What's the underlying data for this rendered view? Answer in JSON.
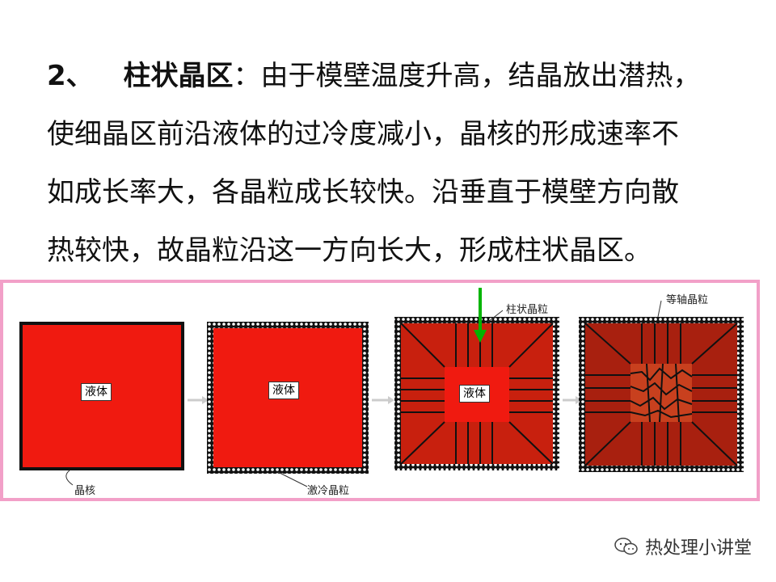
{
  "paragraph": {
    "number": "2、",
    "heading": "柱状晶区",
    "line1_rest": "：由于模壁温度升高，结晶放出潜热，",
    "line2": "使细晶区前沿液体的过冷度减小，晶核的形成速率不",
    "line3": "如成长率大，各晶粒成长较快。沿垂直于模壁方向散",
    "line4": "热较快，故晶粒沿这一方向长大，形成柱状晶区。"
  },
  "diagram": {
    "liquid_label_1": "液体",
    "liquid_label_2": "液体",
    "liquid_label_3": "液体",
    "annot_nucleus": "晶核",
    "annot_chill": "激冷晶粒",
    "annot_columnar": "柱状晶粒",
    "annot_equiaxed": "等轴晶粒",
    "colors": {
      "liquid": "#f01a10",
      "solid": "#b3200f",
      "arrow": "#00b400",
      "frame": "#f2a0c8"
    }
  },
  "watermark": {
    "text": "热处理小讲堂",
    "icon": "wechat-icon"
  }
}
